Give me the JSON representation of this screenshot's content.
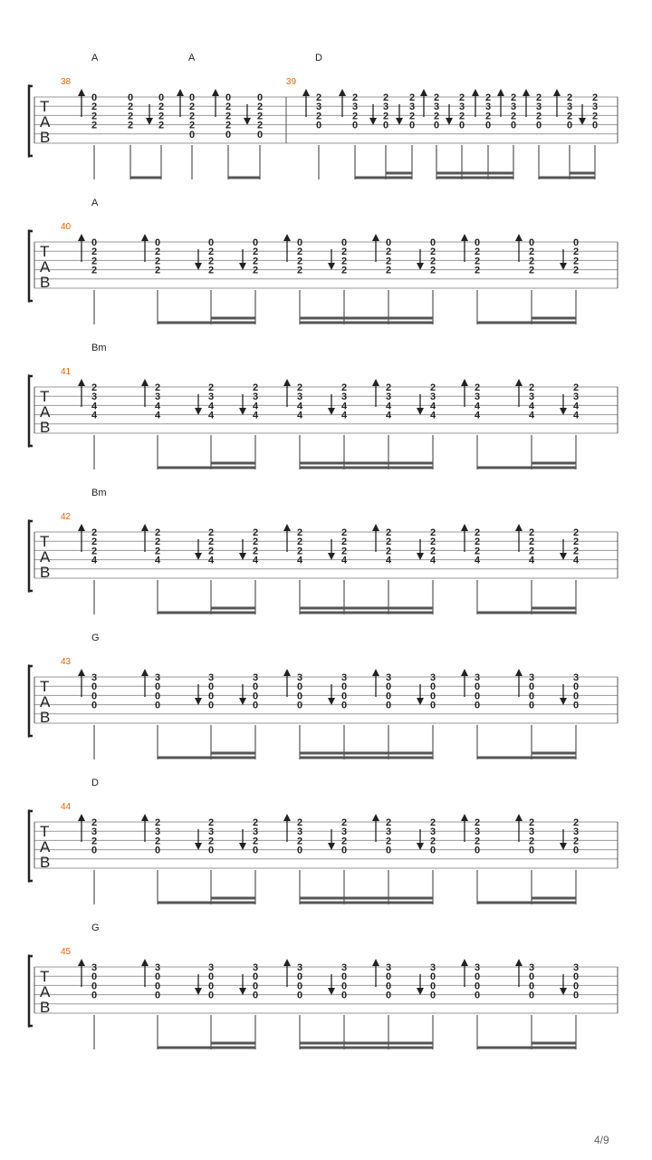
{
  "page": {
    "number_label": "4/9"
  },
  "tab_clef": [
    "T",
    "A",
    "B"
  ],
  "systems": [
    {
      "type": "mixed",
      "measure_numbers": [
        "38",
        "39"
      ],
      "chords": [
        "A",
        "A",
        "D"
      ],
      "measure1": {
        "groups": [
          {
            "strum": "up",
            "notes": [
              "0",
              "2",
              "2",
              "2"
            ]
          },
          {
            "strum": "none",
            "notes": [
              "0",
              "2",
              "2",
              "2"
            ]
          },
          {
            "strum": "down",
            "notes": [
              "0",
              "2",
              "2",
              "2"
            ]
          },
          {
            "strum": "up",
            "notes": [
              "0",
              "2",
              "2",
              "2",
              "0"
            ]
          },
          {
            "strum": "up",
            "notes": [
              "0",
              "2",
              "2",
              "2",
              "0"
            ]
          },
          {
            "strum": "down",
            "notes": [
              "0",
              "2",
              "2",
              "2",
              "0"
            ]
          }
        ]
      },
      "measure2": {
        "groups": [
          {
            "strum": "up",
            "notes": [
              "2",
              "3",
              "2",
              "0"
            ]
          },
          {
            "strum": "up",
            "notes": [
              "2",
              "3",
              "2",
              "0"
            ]
          },
          {
            "strum": "down",
            "notes": [
              "2",
              "3",
              "2",
              "0"
            ]
          },
          {
            "strum": "down",
            "notes": [
              "2",
              "3",
              "2",
              "0"
            ]
          },
          {
            "strum": "up",
            "notes": [
              "2",
              "3",
              "2",
              "0"
            ]
          },
          {
            "strum": "down",
            "notes": [
              "2",
              "3",
              "2",
              "0"
            ]
          },
          {
            "strum": "up",
            "notes": [
              "2",
              "3",
              "2",
              "0"
            ]
          },
          {
            "strum": "up",
            "notes": [
              "2",
              "3",
              "2",
              "0"
            ]
          },
          {
            "strum": "up",
            "notes": [
              "2",
              "3",
              "2",
              "0"
            ]
          },
          {
            "strum": "up",
            "notes": [
              "2",
              "3",
              "2",
              "0"
            ]
          },
          {
            "strum": "down",
            "notes": [
              "2",
              "3",
              "2",
              "0"
            ]
          }
        ]
      }
    },
    {
      "measure_number": "40",
      "chord": "A",
      "notes": [
        "0",
        "2",
        "2",
        "2"
      ]
    },
    {
      "measure_number": "41",
      "chord": "Bm",
      "notes": [
        "2",
        "3",
        "4",
        "4"
      ]
    },
    {
      "measure_number": "42",
      "chord": "Bm",
      "notes": [
        "2",
        "2",
        "2",
        "4"
      ]
    },
    {
      "measure_number": "43",
      "chord": "G",
      "notes": [
        "3",
        "0",
        "0",
        "0"
      ]
    },
    {
      "measure_number": "44",
      "chord": "D",
      "notes": [
        "2",
        "3",
        "2",
        "0"
      ]
    },
    {
      "measure_number": "45",
      "chord": "G",
      "notes": [
        "3",
        "0",
        "0",
        "0"
      ]
    }
  ],
  "standard_strums": [
    "up",
    "up",
    "down",
    "down",
    "up",
    "down",
    "up",
    "down",
    "up",
    "up",
    "down"
  ]
}
